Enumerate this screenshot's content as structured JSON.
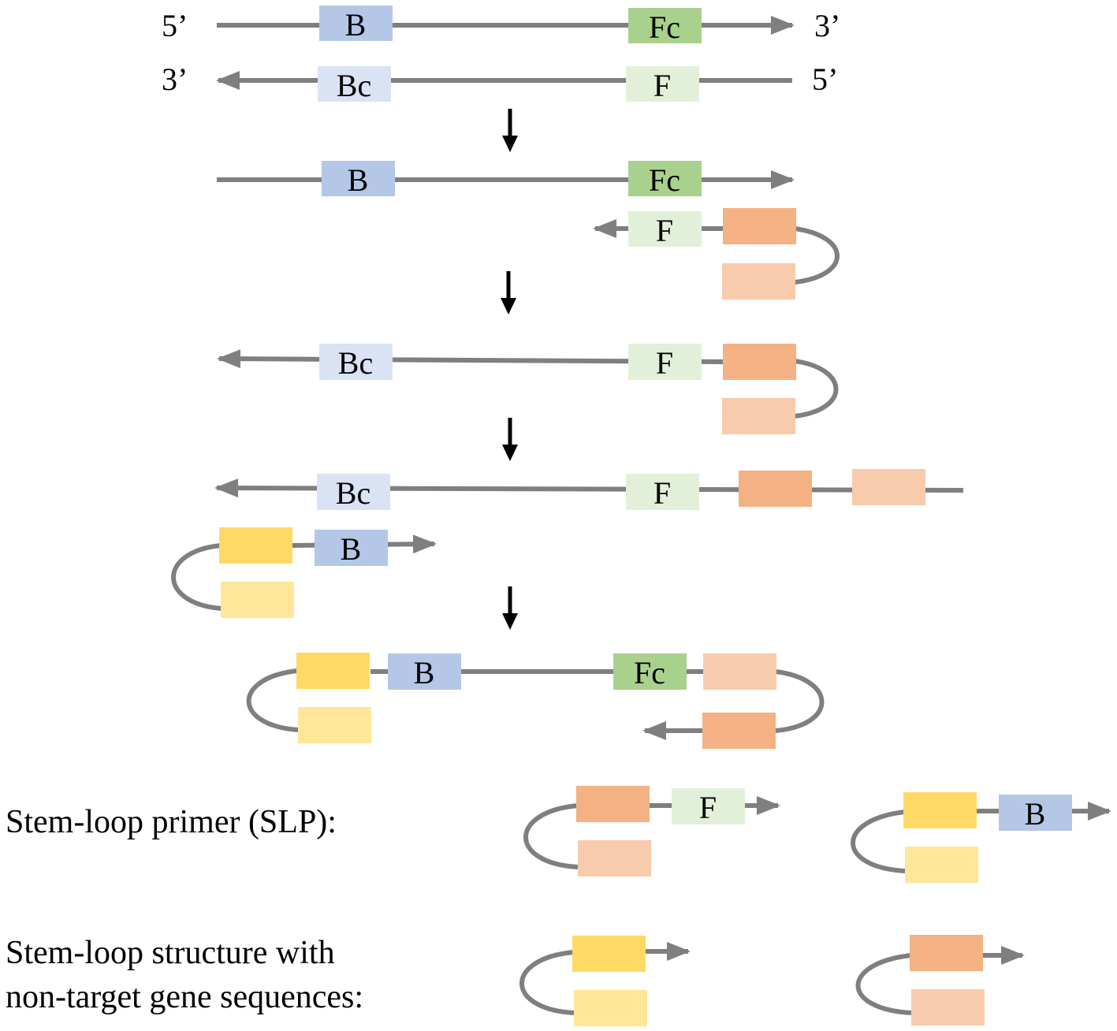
{
  "colors": {
    "line": "#7f7f7f",
    "arrow": "#000000",
    "B": "#b4c7e7",
    "Bc": "#dae3f3",
    "Fc": "#a9d18e",
    "F": "#e2f0d9",
    "orange_dark": "#f4b183",
    "orange_light": "#f8cbad",
    "yellow_dark": "#ffd966",
    "yellow_light": "#ffe699"
  },
  "strand_ends": {
    "top_left": "5’",
    "top_right": "3’",
    "bottom_left": "3’",
    "bottom_right": "5’"
  },
  "regions": {
    "B": "B",
    "Bc": "Bc",
    "F": "F",
    "Fc": "Fc"
  },
  "legend": {
    "slp_label": "Stem-loop primer (SLP):",
    "nontarget_line1": "Stem-loop structure with",
    "nontarget_line2": "non-target gene sequences:"
  }
}
